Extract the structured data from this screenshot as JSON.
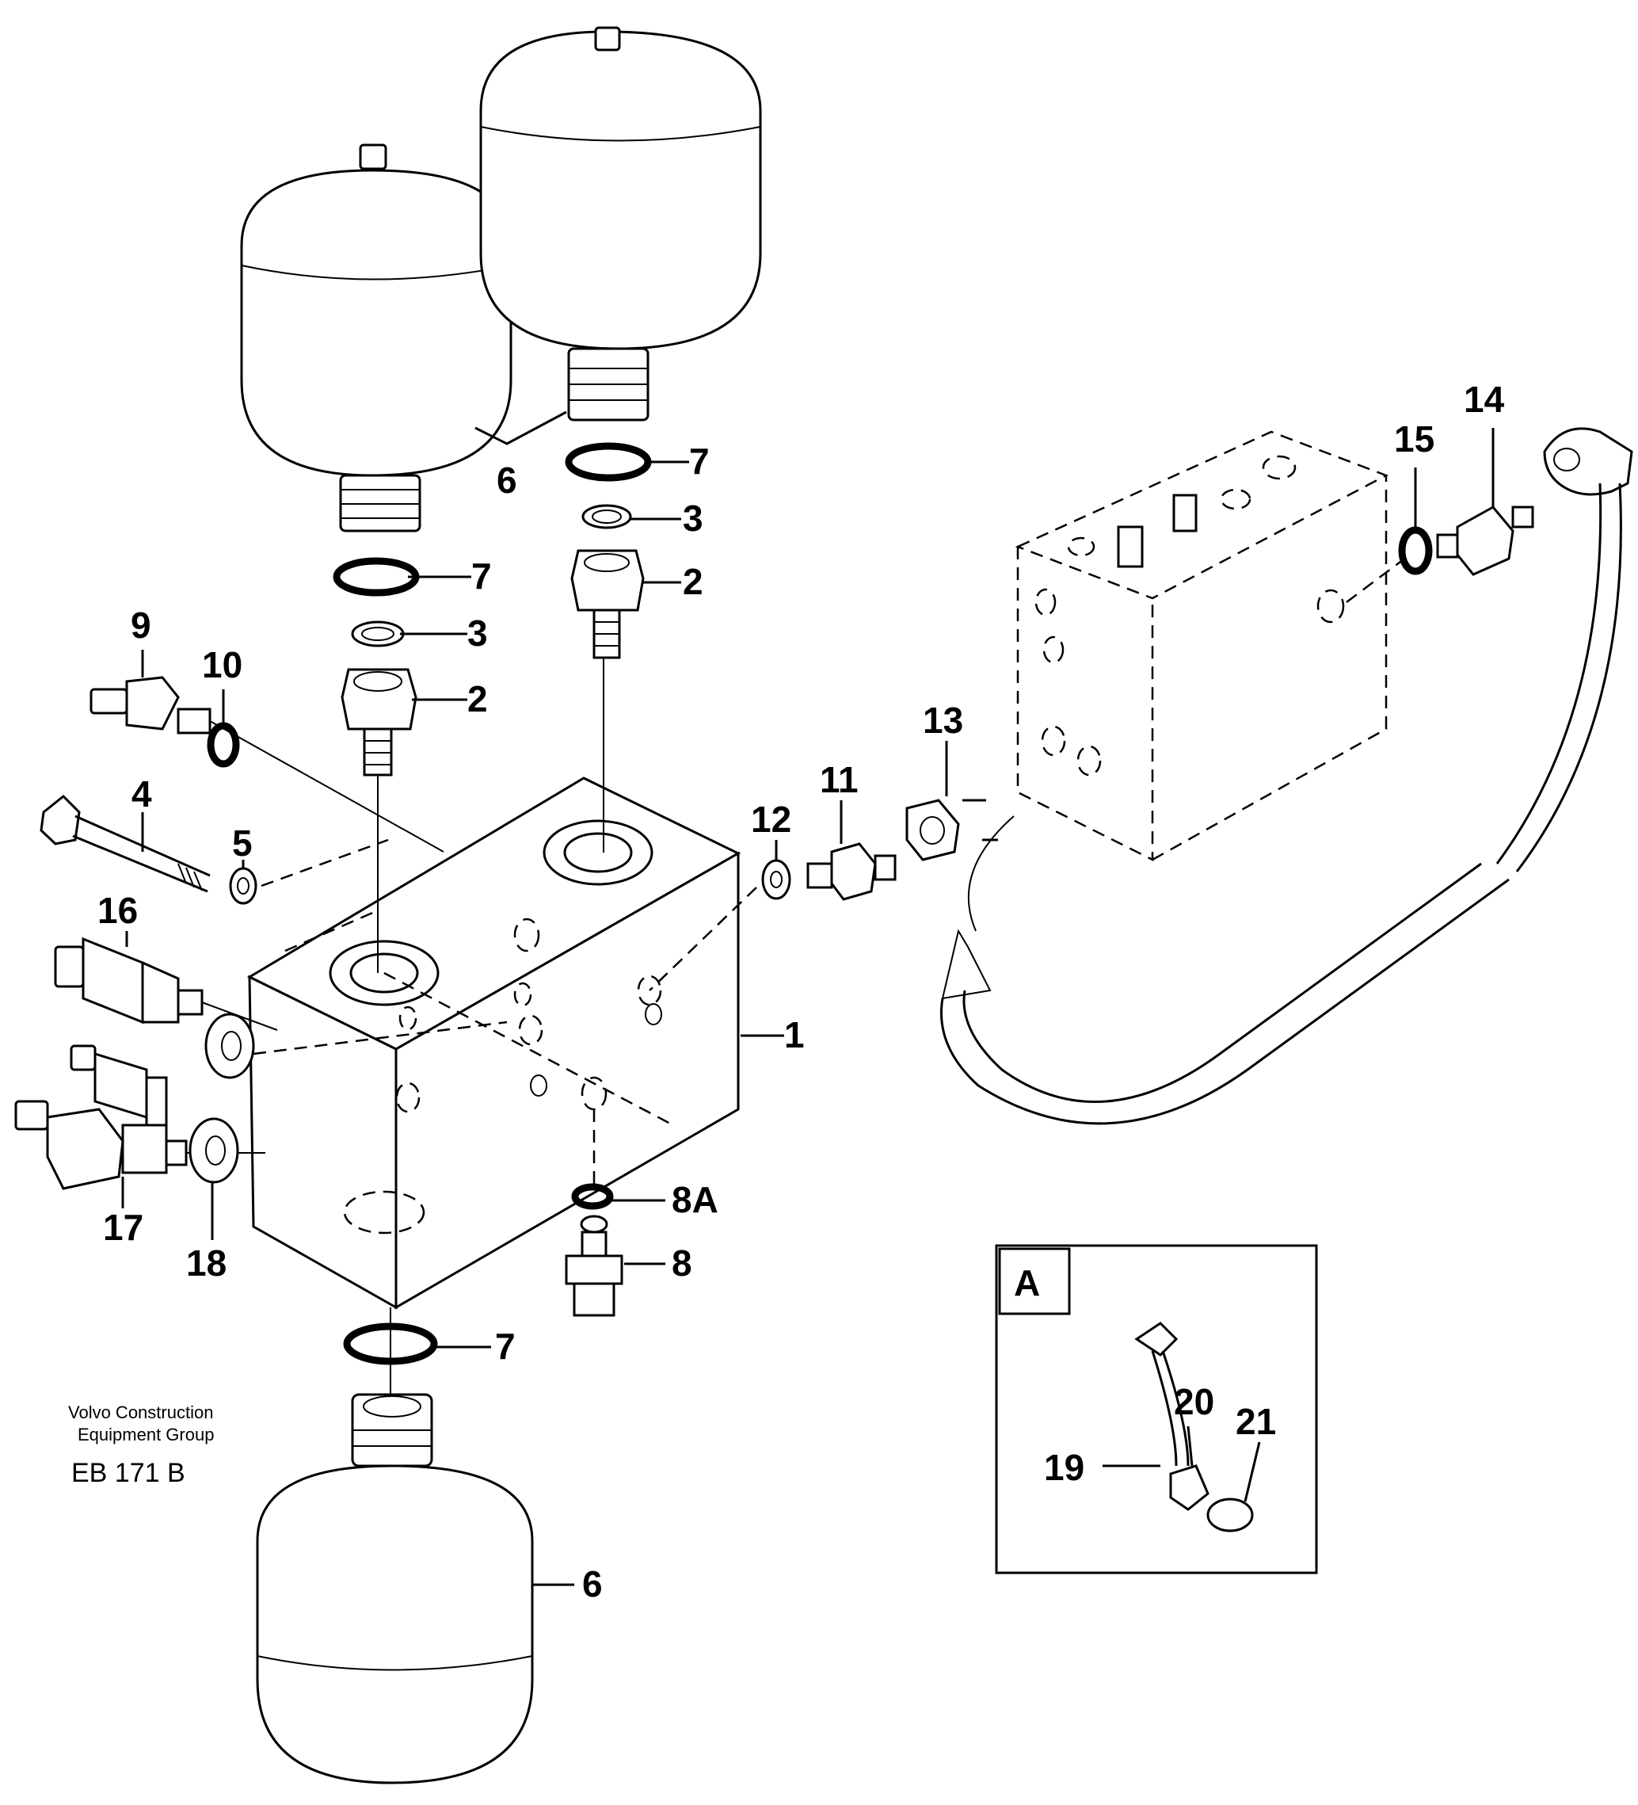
{
  "callouts": {
    "p1": "1",
    "p2a": "2",
    "p2b": "2",
    "p3a": "3",
    "p3b": "3",
    "p4": "4",
    "p5": "5",
    "p6a": "6",
    "p6b": "6",
    "p7a": "7",
    "p7b": "7",
    "p7c": "7",
    "p8": "8",
    "p8a": "8A",
    "p9": "9",
    "p10": "10",
    "p11": "11",
    "p12": "12",
    "p13": "13",
    "p14": "14",
    "p15": "15",
    "p16": "16",
    "p17": "17",
    "p18": "18",
    "p19": "19",
    "p20": "20",
    "p21": "21"
  },
  "detail_box": {
    "label": "A"
  },
  "credit": {
    "line1": "Volvo Construction",
    "line2": "Equipment Group",
    "code": "EB 171 B"
  }
}
